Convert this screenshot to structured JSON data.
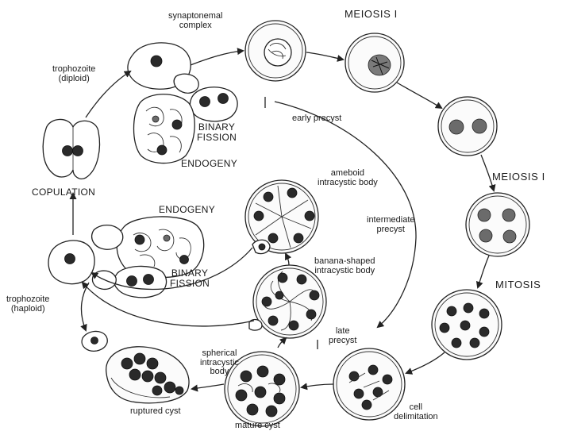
{
  "labels": {
    "synaptonemal_complex": "synaptonemal\ncomplex",
    "meiosis_1": "MEIOSIS I",
    "meiosis_2": "MEIOSIS I",
    "mitosis": "MITOSIS",
    "trophozoite_diploid": "trophozoite\n(diploid)",
    "binary_fission_top": "BINARY\nFISSION",
    "endogeny_top": "ENDOGENY",
    "early_precyst": "early precyst",
    "copulation": "COPULATION",
    "ameboid_body": "ameboid\nintracystic body",
    "endogeny_bottom": "ENDOGENY",
    "intermediate_precyst": "intermediate\nprecyst",
    "banana_body": "banana-shaped\nintracystic body",
    "binary_fission_bottom": "BINARY\nFISSION",
    "trophozoite_haploid": "trophozoite\n(haploid)",
    "late_precyst": "late\nprecyst",
    "spherical_body": "spherical\nintracystic\nbody",
    "ruptured_cyst": "ruptured cyst",
    "mature_cyst": "mature cyst",
    "cell_delimitation": "cell\ndelimitation"
  }
}
